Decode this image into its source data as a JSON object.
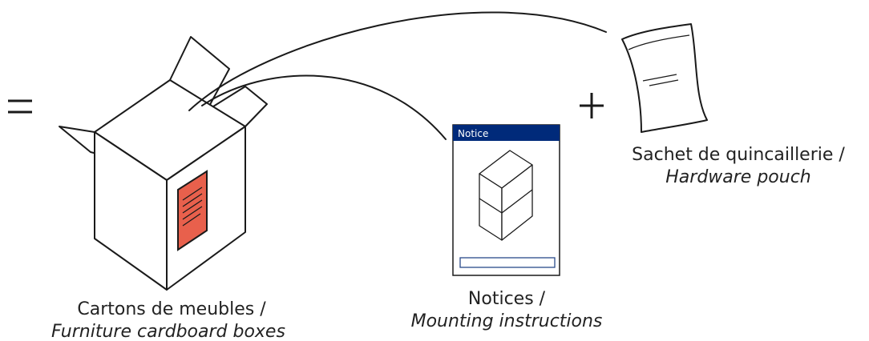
{
  "symbols": {
    "equals": "=",
    "plus": "+"
  },
  "box": {
    "label": "Cartons de meubles /",
    "label_italic": "Furniture cardboard boxes",
    "tag_color": "#e8604c"
  },
  "notice": {
    "header_text": "Notice",
    "header_color": "#002a7a",
    "label": "Notices /",
    "label_italic": "Mounting instructions"
  },
  "pouch": {
    "label": "Sachet de quincaillerie /",
    "label_italic": "Hardware pouch"
  }
}
